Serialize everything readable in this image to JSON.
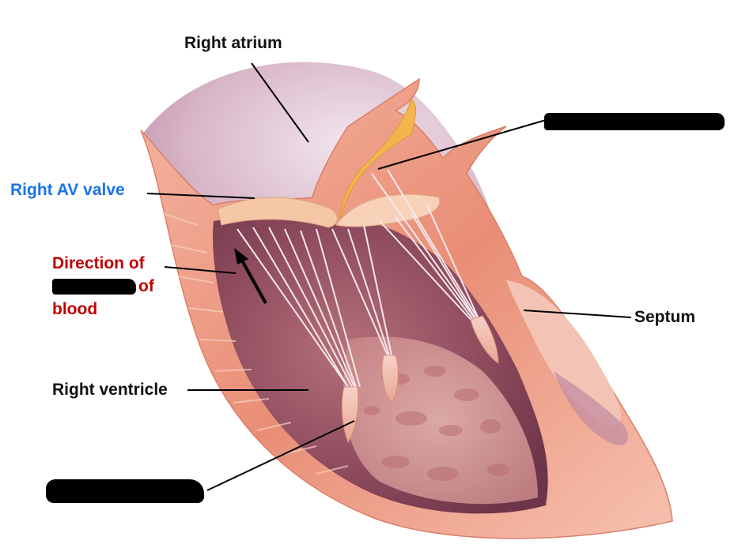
{
  "labels": {
    "right_atrium": "Right atrium",
    "right_av_valve": "Right AV valve",
    "direction_line1": "Direction of",
    "direction_line2": "of",
    "direction_line3": "blood",
    "septum": "Septum",
    "right_ventricle": "Right ventricle"
  },
  "colors": {
    "blue_label": "#1a73e8",
    "red_label": "#c00000",
    "black_label": "#111111"
  }
}
